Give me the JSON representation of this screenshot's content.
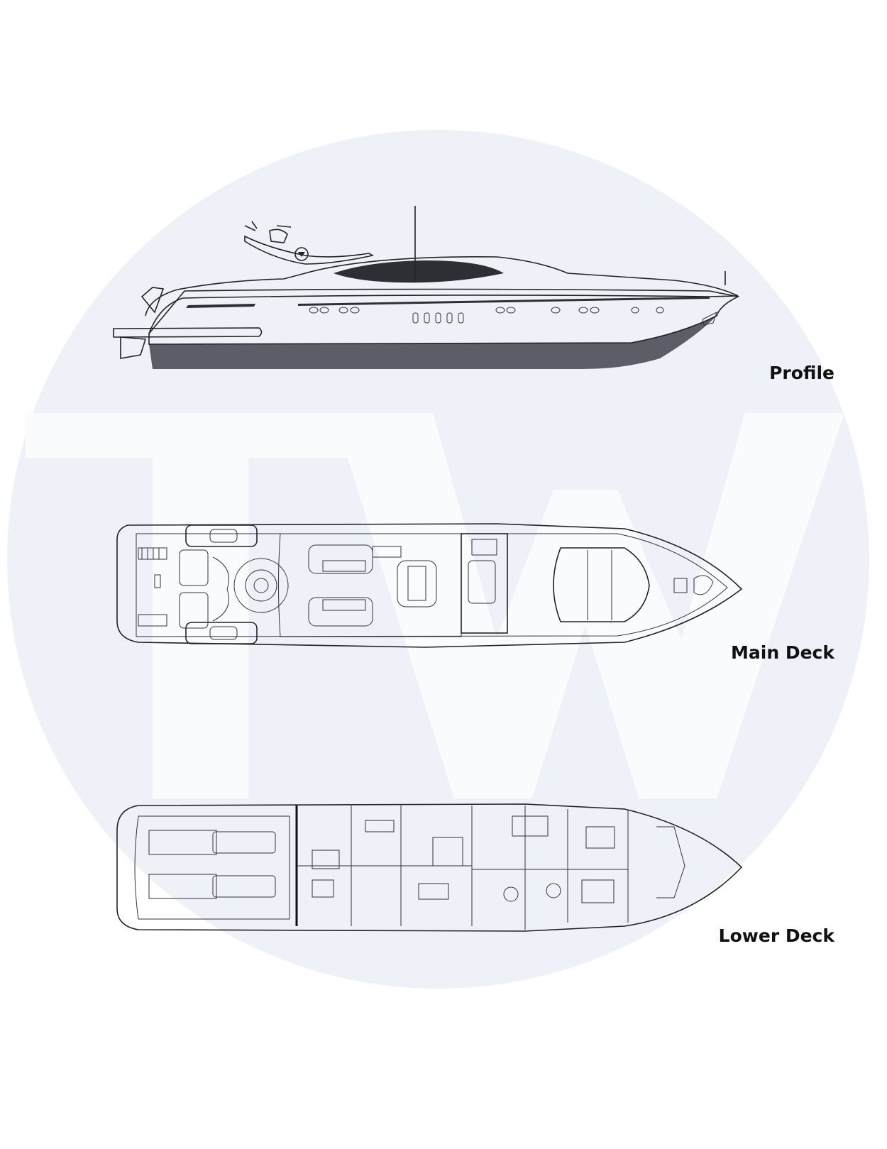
{
  "colors": {
    "background": "#ffffff",
    "circle": "#eef2f8",
    "watermark": "#f9fbfd",
    "line": "#222222",
    "hull_dark": "#5b5e66"
  },
  "watermark_text": "TW",
  "views": {
    "profile": {
      "label": "Profile"
    },
    "main_deck": {
      "label": "Main Deck"
    },
    "lower_deck": {
      "label": "Lower Deck"
    }
  }
}
